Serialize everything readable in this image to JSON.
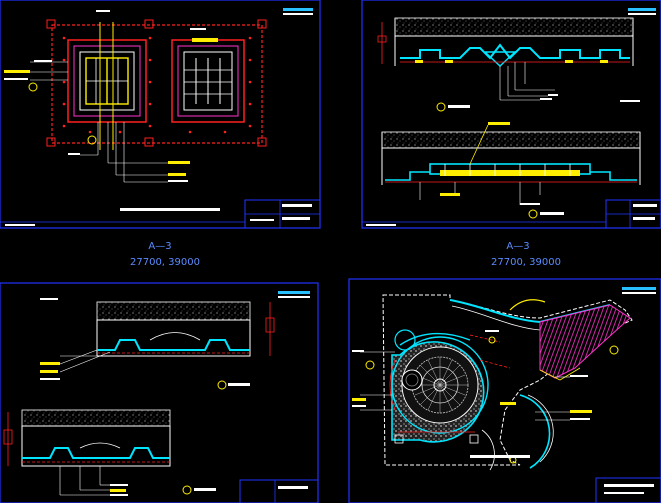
{
  "sheet_labels": [
    {
      "name": "A—3",
      "coords": "27700, 39000"
    },
    {
      "name": "A—3",
      "coords": "27700, 39000"
    }
  ],
  "colors": {
    "background": "#000000",
    "frame": "#2233ff",
    "red": "#ff2020",
    "yellow": "#ffee00",
    "cyan": "#00e5ff",
    "magenta": "#ff33cc",
    "white": "#ffffff",
    "label_blue": "#5a8cff"
  }
}
